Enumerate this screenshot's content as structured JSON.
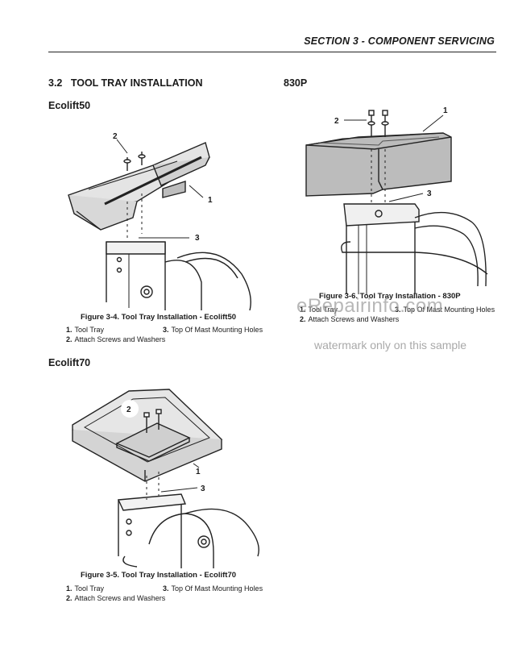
{
  "header": {
    "section": "SECTION 3 - COMPONENT SERVICING"
  },
  "section": {
    "number": "3.2",
    "title": "TOOL TRAY INSTALLATION"
  },
  "subsections": {
    "ecolift50": "Ecolift50",
    "ecolift70": "Ecolift70",
    "p830": "830P"
  },
  "figures": {
    "fig34": {
      "caption": "Figure 3-4. Tool Tray Installation - Ecolift50",
      "callouts": [
        "1",
        "2",
        "3"
      ],
      "legend": [
        {
          "num": "1.",
          "text": "Tool Tray"
        },
        {
          "num": "2.",
          "text": "Attach Screws and Washers"
        },
        {
          "num": "3.",
          "text": "Top Of Mast Mounting Holes"
        }
      ]
    },
    "fig35": {
      "caption": "Figure 3-5. Tool Tray Installation - Ecolift70",
      "callouts": [
        "1",
        "2",
        "3"
      ],
      "legend": [
        {
          "num": "1.",
          "text": "Tool Tray"
        },
        {
          "num": "2.",
          "text": "Attach Screws and Washers"
        },
        {
          "num": "3.",
          "text": "Top Of Mast Mounting Holes"
        }
      ]
    },
    "fig36": {
      "caption": "Figure 3-6. Tool Tray Installation - 830P",
      "callouts": [
        "1",
        "2",
        "3"
      ],
      "legend": [
        {
          "num": "1.",
          "text": "Tool Tray"
        },
        {
          "num": "2.",
          "text": "Attach Screws and Washers"
        },
        {
          "num": "3.",
          "text": "Top Of Mast Mounting Holes"
        }
      ]
    }
  },
  "watermark": {
    "site": "eRepairinfo.com",
    "notice": "watermark only on this sample"
  }
}
